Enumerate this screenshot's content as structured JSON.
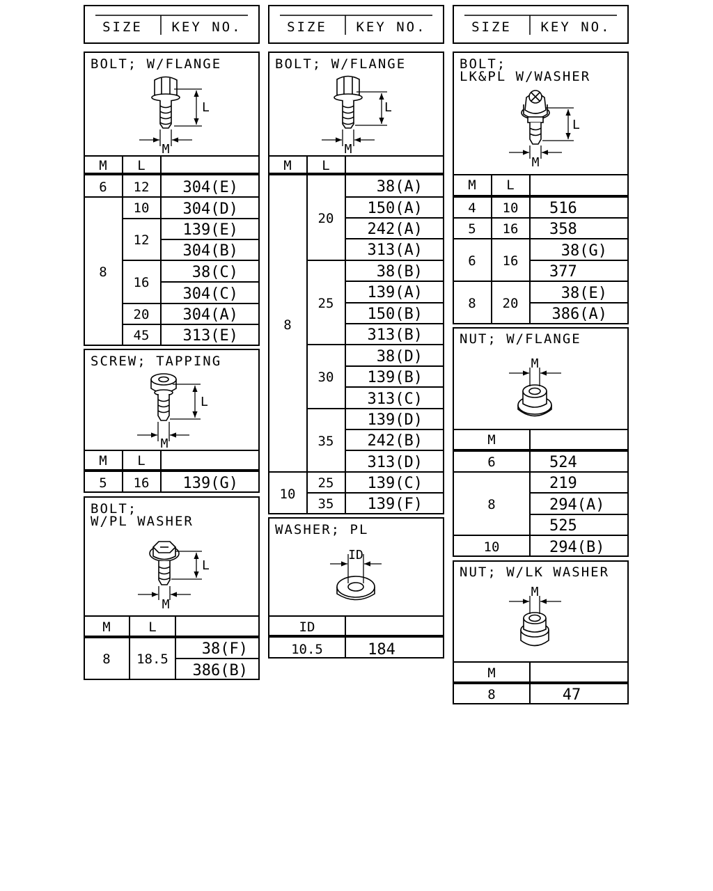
{
  "headers": [
    {
      "size": "SIZE",
      "key": "KEY NO."
    },
    {
      "size": "SIZE",
      "key": "KEY NO."
    },
    {
      "size": "SIZE",
      "key": "KEY NO."
    }
  ],
  "bolt_flange_a": {
    "title": "BOLT; W/FLANGE",
    "dim_l": "L",
    "dim_m": "M",
    "col_m": "M",
    "col_l": "L",
    "m_values": [
      "6",
      "8"
    ],
    "l_values": [
      "12",
      "10",
      "12",
      "16",
      "20",
      "45"
    ],
    "keys": [
      "304(E)",
      "304(D)",
      "139(E)",
      "304(B)",
      "38(C)",
      "304(C)",
      "304(A)",
      "313(E)"
    ]
  },
  "screw_tapping": {
    "title": "SCREW; TAPPING",
    "dim_l": "L",
    "dim_m": "M",
    "col_m": "M",
    "col_l": "L",
    "m_values": [
      "5"
    ],
    "l_values": [
      "16"
    ],
    "keys": [
      "139(G)"
    ]
  },
  "bolt_pl_washer": {
    "title_line1": "BOLT;",
    "title_line2": "W/PL WASHER",
    "dim_l": "L",
    "dim_m": "M",
    "col_m": "M",
    "col_l": "L",
    "m_values": [
      "8"
    ],
    "l_values": [
      "18.5"
    ],
    "keys": [
      "38(F)",
      "386(B)"
    ]
  },
  "bolt_flange_b": {
    "title": "BOLT; W/FLANGE",
    "dim_l": "L",
    "dim_m": "M",
    "col_m": "M",
    "col_l": "L",
    "m_values": [
      "8",
      "10"
    ],
    "l_values": [
      "20",
      "25",
      "30",
      "35",
      "25",
      "35"
    ],
    "keys": [
      "38(A)",
      "150(A)",
      "242(A)",
      "313(A)",
      "38(B)",
      "139(A)",
      "150(B)",
      "313(B)",
      "38(D)",
      "139(B)",
      "313(C)",
      "139(D)",
      "242(B)",
      "313(D)",
      "139(C)",
      "139(F)"
    ]
  },
  "washer_pl": {
    "title": "WASHER; PL",
    "dim_id": "ID",
    "col_id": "ID",
    "id_values": [
      "10.5"
    ],
    "keys": [
      "184"
    ]
  },
  "bolt_lkpl": {
    "title_line1": "BOLT;",
    "title_line2": "LK&PL W/WASHER",
    "dim_l": "L",
    "dim_m": "M",
    "col_m": "M",
    "col_l": "L",
    "m_values": [
      "4",
      "5",
      "6",
      "8"
    ],
    "l_values": [
      "10",
      "16",
      "16",
      "20"
    ],
    "keys": [
      "516",
      "358",
      "38(G)",
      "377",
      "38(E)",
      "386(A)"
    ]
  },
  "nut_flange": {
    "title": "NUT; W/FLANGE",
    "dim_m": "M",
    "col_m": "M",
    "m_values": [
      "6",
      "8",
      "10"
    ],
    "keys": [
      "524",
      "219",
      "294(A)",
      "525",
      "294(B)"
    ]
  },
  "nut_lk_washer": {
    "title": "NUT; W/LK WASHER",
    "dim_m": "M",
    "col_m": "M",
    "m_values": [
      "8"
    ],
    "keys": [
      "47"
    ]
  }
}
